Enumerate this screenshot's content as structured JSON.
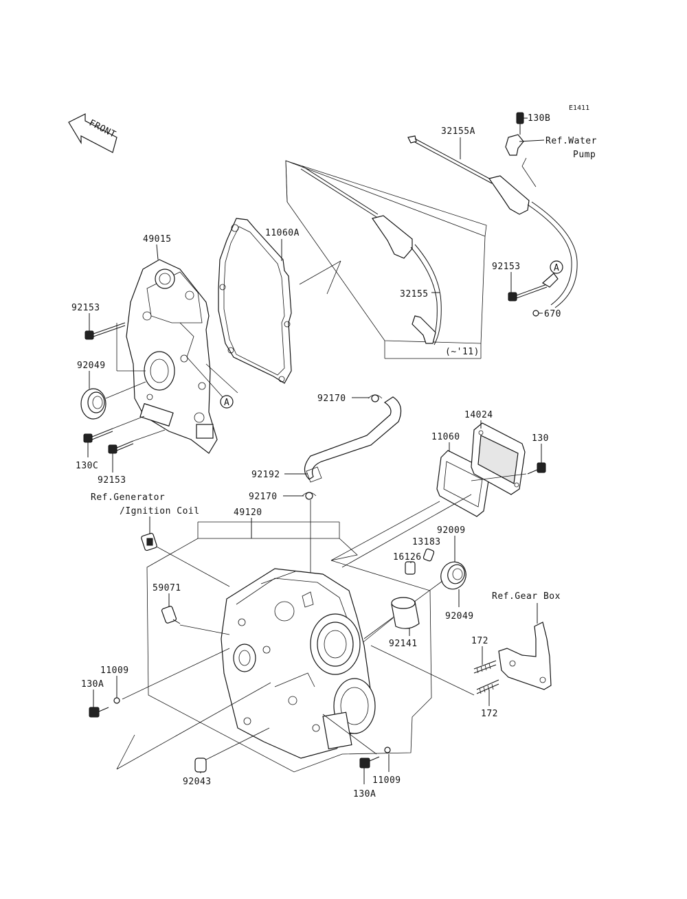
{
  "diagram_code": "E1411",
  "front_label": "FRONT",
  "callout_marker": "A",
  "parts": {
    "p49015": "49015",
    "p11060A": "11060A",
    "p32155A": "32155A",
    "p32155": "32155",
    "p130B": "130B",
    "p92153_left": "92153",
    "p92153_bottom": "92153",
    "p92153_right": "92153",
    "p92049_left": "92049",
    "p92049_right": "92049",
    "p130C": "130C",
    "p670": "670",
    "p_11": "(~'11)",
    "p92170_top": "92170",
    "p92170_bottom": "92170",
    "p92192": "92192",
    "p14024": "14024",
    "p11060": "11060",
    "p130": "130",
    "p92009": "92009",
    "p13183": "13183",
    "p16126": "16126",
    "p49120": "49120",
    "p59071": "59071",
    "p92141": "92141",
    "p172_top": "172",
    "p172_bottom": "172",
    "p11009_left": "11009",
    "p11009_right": "11009",
    "p130A_left": "130A",
    "p130A_right": "130A",
    "p92043": "92043"
  },
  "refs": {
    "water_pump_line1": "Ref.Water",
    "water_pump_line2": "Pump",
    "generator_line1": "Ref.Generator",
    "generator_line2": "/Ignition Coil",
    "gear_box": "Ref.Gear Box"
  }
}
